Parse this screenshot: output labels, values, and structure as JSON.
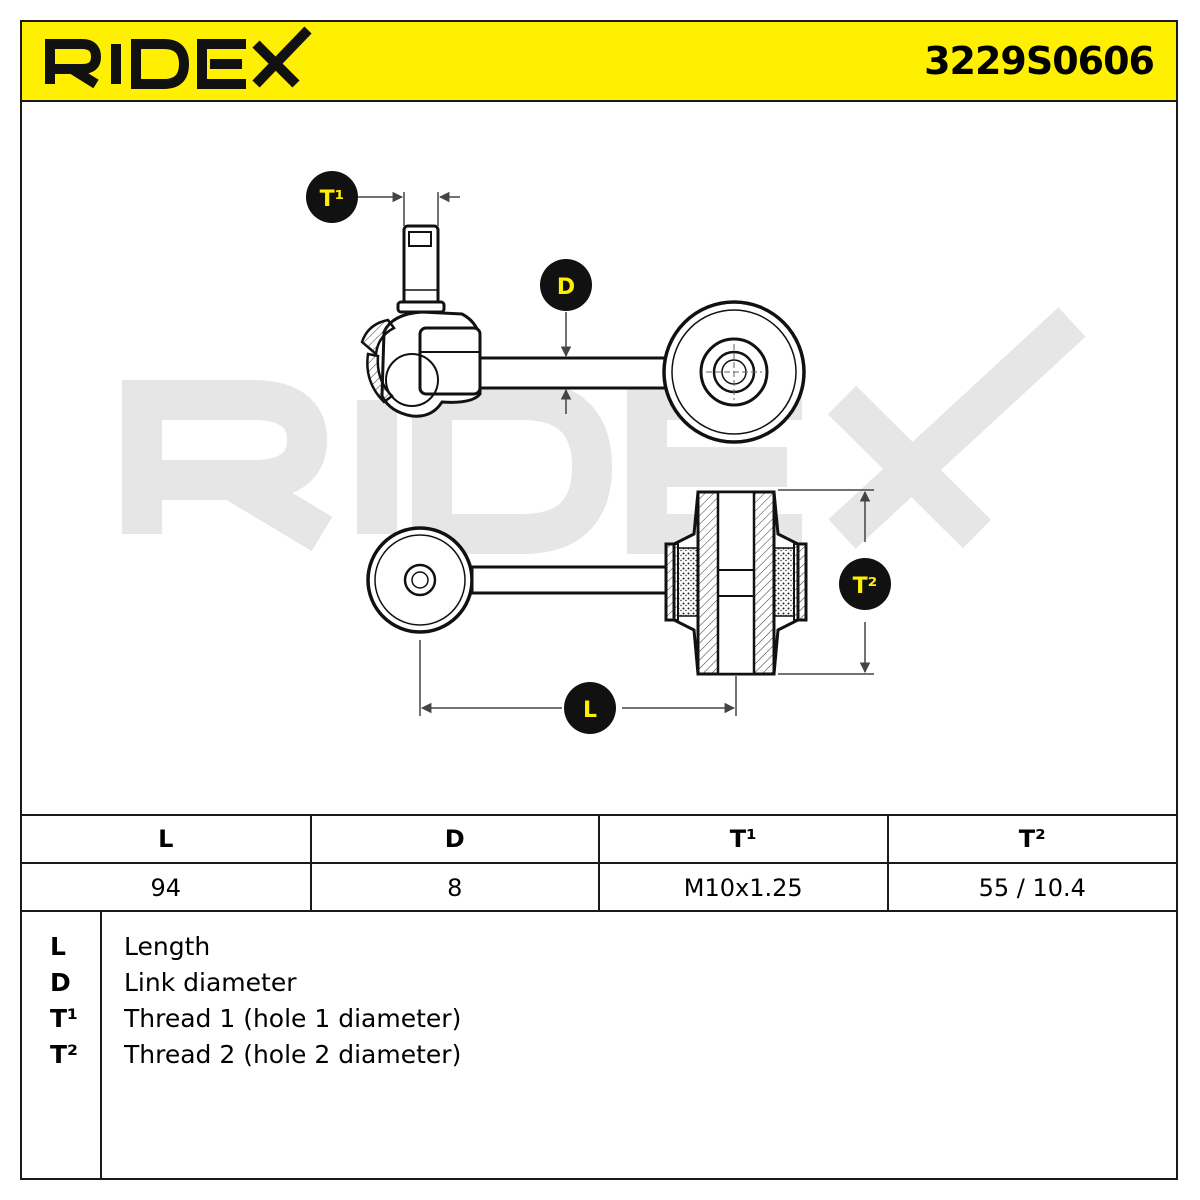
{
  "header": {
    "brand": "RIDEX",
    "part_number": "3229S0606",
    "brand_color": "#ffef00"
  },
  "diagram": {
    "labels": {
      "t1": "T¹",
      "d": "D",
      "t2": "T²",
      "l": "L"
    },
    "watermark": "RIDEX"
  },
  "spec_table": {
    "headers": [
      "L",
      "D",
      "T¹",
      "T²"
    ],
    "values": [
      "94",
      "8",
      "M10x1.25",
      "55 / 10.4"
    ]
  },
  "legend": [
    {
      "key": "L",
      "desc": "Length"
    },
    {
      "key": "D",
      "desc": "Link diameter"
    },
    {
      "key": "T¹",
      "desc": "Thread 1 (hole 1 diameter)"
    },
    {
      "key": "T²",
      "desc": "Thread 2 (hole 2 diameter)"
    }
  ]
}
